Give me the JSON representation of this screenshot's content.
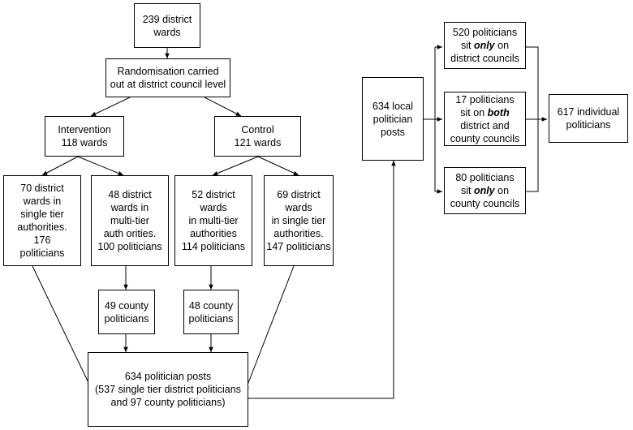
{
  "boxes": {
    "wards": {
      "lines": [
        "239 district",
        "wards"
      ]
    },
    "randomisation": {
      "lines": [
        "Randomisation carried",
        "out at district council level"
      ]
    },
    "intervention": {
      "lines": [
        "Intervention",
        "118 wards"
      ]
    },
    "control": {
      "lines": [
        "Control",
        "121 wards"
      ]
    },
    "int_single": {
      "lines": [
        "70 district",
        "wards in",
        "single tier",
        "authorities.",
        "176",
        "politicians"
      ]
    },
    "int_multi": {
      "lines": [
        "48 district",
        "wards in",
        "multi-tier",
        "auth orities.",
        "100 politicians"
      ]
    },
    "ctl_multi": {
      "lines": [
        "52 district",
        "wards",
        "in multi-tier",
        "authorities",
        "114 politicians"
      ]
    },
    "ctl_single": {
      "lines": [
        "69 district",
        "wards",
        "in single tier",
        "authorities.",
        "147 politicians"
      ]
    },
    "int_county": {
      "lines": [
        "49 county",
        "politicians"
      ]
    },
    "ctl_county": {
      "lines": [
        "48 county",
        "politicians"
      ]
    },
    "posts_total": {
      "lines": [
        "634 politician posts",
        "(537 single tier district politicians",
        "and 97 county politicians)"
      ]
    },
    "local_posts": {
      "lines": [
        "634 local",
        "politician",
        "posts"
      ]
    },
    "district_only": {
      "lines": [
        "520  politicians",
        "sit only on",
        "district councils"
      ]
    },
    "both": {
      "lines": [
        "17  politicians",
        "sit on both",
        "district and",
        "county councils"
      ]
    },
    "county_only": {
      "lines": [
        "80  politicians",
        "sit only on",
        "county councils"
      ]
    },
    "individuals": {
      "lines": [
        "617  individual",
        "politicians"
      ]
    }
  }
}
